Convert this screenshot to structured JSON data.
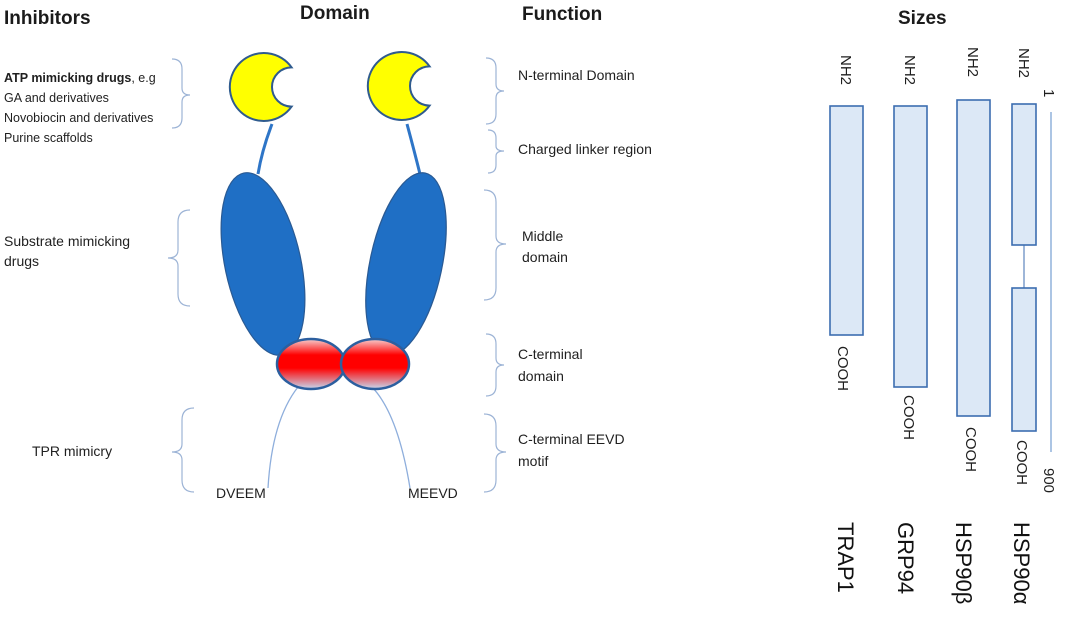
{
  "headers": {
    "inhibitors": "Inhibitors",
    "domain": "Domain",
    "function": "Function",
    "sizes": "Sizes"
  },
  "inhibitors": {
    "atp_bold": "ATP mimicking drugs",
    "atp_tail": ", e.g",
    "atp_lines": [
      "GA and derivatives",
      "Novobiocin and derivatives",
      "Purine scaffolds"
    ],
    "substrate_lines": [
      "Substrate mimicking",
      "drugs"
    ],
    "tpr": "TPR mimicry"
  },
  "functions": {
    "n_terminal": "N-terminal Domain",
    "linker": "Charged linker region",
    "middle_lines": [
      "Middle",
      "domain"
    ],
    "c_terminal_lines": [
      "C-terminal",
      "domain"
    ],
    "eevd_lines": [
      "C-terminal EEVD",
      "motif"
    ]
  },
  "tails": {
    "left": "DVEEM",
    "right": "MEEVD"
  },
  "colors": {
    "n_domain_fill": "#ffff00",
    "n_domain_stroke": "#2f5b8e",
    "middle_domain": "#1f6fc5",
    "c_domain_top": "#ff0000",
    "c_domain_bottom": "#c6d9f0",
    "bar_fill": "#dce8f6",
    "bar_stroke": "#3c6db0"
  },
  "sizes": {
    "scale_start": "1",
    "scale_end": "900",
    "nh2": "NH2",
    "cooh": "COOH",
    "proteins": [
      "TRAP1",
      "GRP94",
      "HSP90β",
      "HSP90α"
    ]
  }
}
